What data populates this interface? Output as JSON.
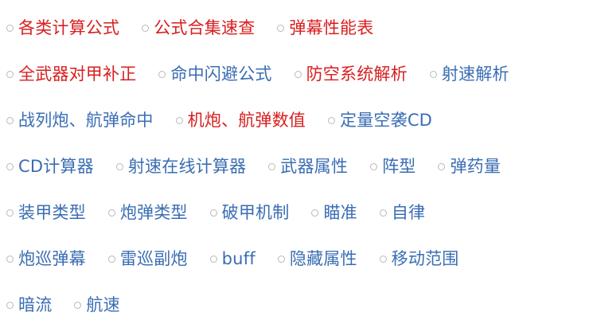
{
  "colors": {
    "link_blue": "#3a6db3",
    "link_red": "#d81e1e",
    "bullet": "#b9b9b9",
    "background": "#ffffff"
  },
  "rows": [
    {
      "items": [
        {
          "label": "各类计算公式",
          "color": "red"
        },
        {
          "label": "公式合集速查",
          "color": "red"
        },
        {
          "label": "弹幕性能表",
          "color": "red"
        }
      ]
    },
    {
      "items": [
        {
          "label": "全武器对甲补正",
          "color": "red"
        },
        {
          "label": "命中闪避公式",
          "color": "blue"
        },
        {
          "label": "防空系统解析",
          "color": "red"
        },
        {
          "label": "射速解析",
          "color": "blue"
        }
      ]
    },
    {
      "items": [
        {
          "label": "战列炮、航弹命中",
          "color": "blue"
        },
        {
          "label": "机炮、航弹数值",
          "color": "red"
        },
        {
          "label": "定量空袭CD",
          "color": "blue"
        }
      ]
    },
    {
      "items": [
        {
          "label": "CD计算器",
          "color": "blue"
        },
        {
          "label": "射速在线计算器",
          "color": "blue"
        },
        {
          "label": "武器属性",
          "color": "blue"
        },
        {
          "label": "阵型",
          "color": "blue"
        },
        {
          "label": "弹药量",
          "color": "blue"
        }
      ]
    },
    {
      "items": [
        {
          "label": "装甲类型",
          "color": "blue"
        },
        {
          "label": "炮弹类型",
          "color": "blue"
        },
        {
          "label": "破甲机制",
          "color": "blue"
        },
        {
          "label": "瞄准",
          "color": "blue"
        },
        {
          "label": "自律",
          "color": "blue"
        }
      ]
    },
    {
      "items": [
        {
          "label": "炮巡弹幕",
          "color": "blue"
        },
        {
          "label": "雷巡副炮",
          "color": "blue"
        },
        {
          "label": "buff",
          "color": "blue"
        },
        {
          "label": "隐藏属性",
          "color": "blue"
        },
        {
          "label": "移动范围",
          "color": "blue"
        }
      ]
    },
    {
      "items": [
        {
          "label": "暗流",
          "color": "blue"
        },
        {
          "label": "航速",
          "color": "blue"
        }
      ]
    }
  ]
}
